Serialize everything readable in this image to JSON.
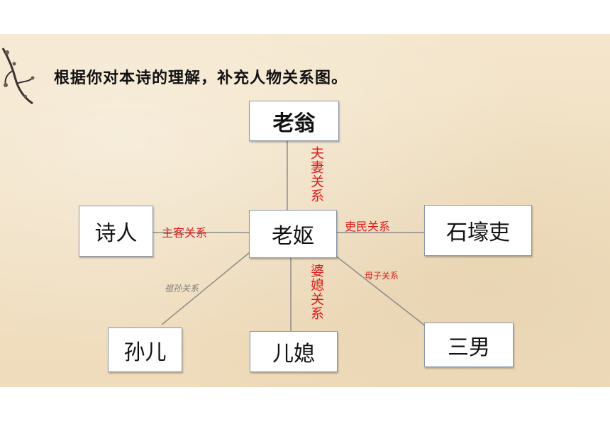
{
  "heading": "根据你对本诗的理解，补充人物关系图。",
  "nodes": {
    "laoweng": "老翁",
    "laoyu": "老妪",
    "shiren": "诗人",
    "shihaoli": "石壕吏",
    "suner": "孙儿",
    "erxi": "儿媳",
    "sannan": "三男"
  },
  "relations": {
    "fuqi": "夫妻关系",
    "zhuke": "主客关系",
    "limin": "吏民关系",
    "poxi": "婆媳关系",
    "muzi": "母子关系",
    "zusun": "祖孙关系"
  },
  "colors": {
    "relation_red": "#e01b1b",
    "relation_gray": "#7a7a7a",
    "node_border": "#8a96a8"
  }
}
